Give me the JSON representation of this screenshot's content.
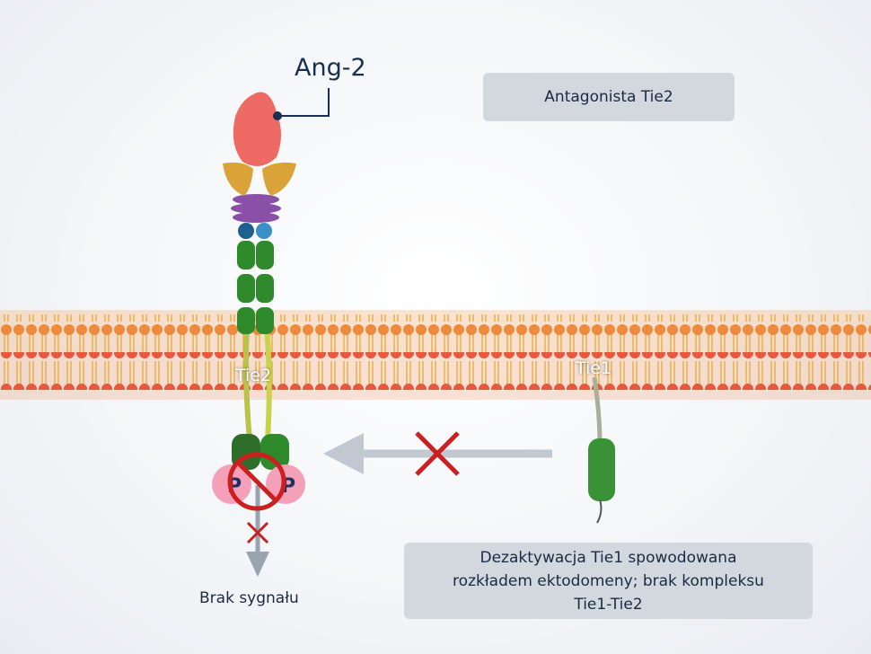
{
  "labels": {
    "ligand": "Ang-2",
    "receptor_left": "Tie2",
    "receptor_right": "Tie1",
    "no_signal": "Brak sygnału",
    "phospho_left": "P",
    "phospho_right": "P"
  },
  "title_box": "Antagonista Tie2",
  "description_box": {
    "lines": [
      "Dezaktywacja Tie1 spowodowana",
      "rozkładem ektodomeny; brak kompleksu",
      "Tie1-Tie2"
    ]
  },
  "colors": {
    "box": "#d3d8df",
    "text": "#1b2a44",
    "inhibit": "#cc1f1f",
    "arrow": "#c2c8d1"
  }
}
